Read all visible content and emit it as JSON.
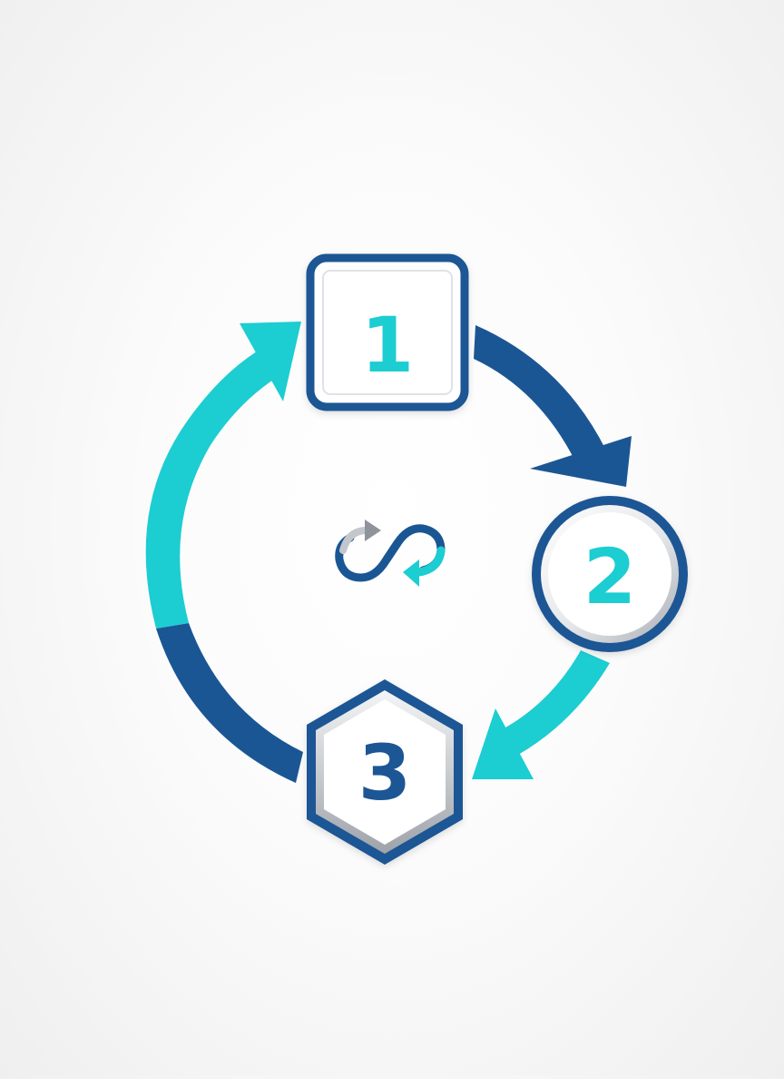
{
  "diagram": {
    "type": "cycle",
    "colors": {
      "navy": "#1b5694",
      "teal": "#1ccdd2",
      "white": "#ffffff",
      "silver": "#b8bcc2"
    },
    "center_icon": "infinity-loop-icon",
    "steps": [
      {
        "number": "1",
        "shape": "rounded-square",
        "number_color": "#1ccdd2",
        "border_color": "#1b5694"
      },
      {
        "number": "2",
        "shape": "circle",
        "number_color": "#1ccdd2",
        "border_color": "#1b5694"
      },
      {
        "number": "3",
        "shape": "hexagon",
        "number_color": "#1b5694",
        "border_color": "#1b5694"
      }
    ],
    "arrows": [
      {
        "from": "1",
        "to": "2",
        "color": "#1b5694"
      },
      {
        "from": "2",
        "to": "3",
        "color": "#1ccdd2"
      },
      {
        "from": "3",
        "to": "1",
        "color": "#1ccdd2"
      }
    ]
  }
}
